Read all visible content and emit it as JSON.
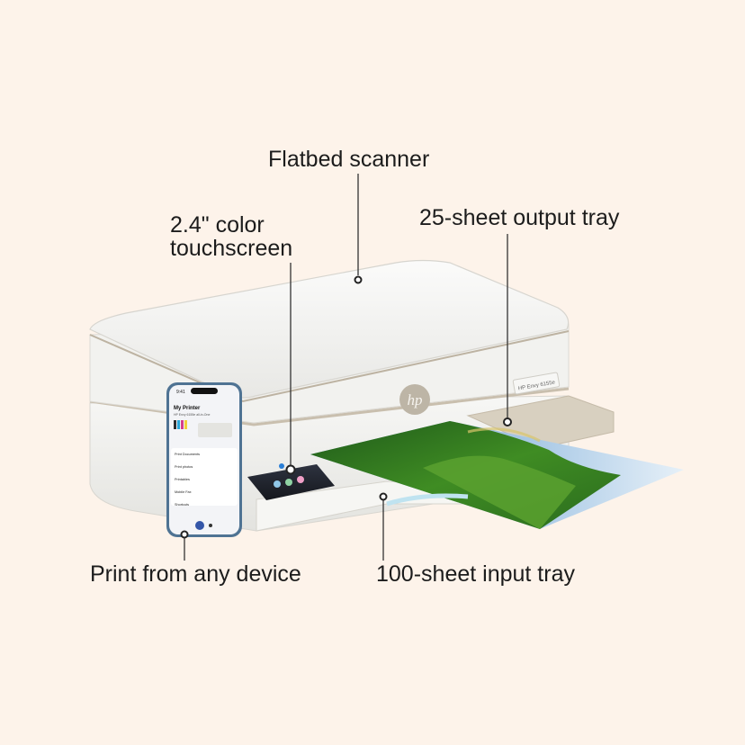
{
  "callouts": {
    "flatbed_scanner": "Flatbed scanner",
    "touchscreen": "2.4\" color\ntouchscreen",
    "output_tray": "25-sheet output tray",
    "print_any_device": "Print from any device",
    "input_tray": "100-sheet input tray"
  },
  "printer": {
    "brand_logo": "hp",
    "model_label": "HP Envy 6155e"
  },
  "phone": {
    "time": "9:41",
    "app_title": "My Printer",
    "app_subtitle": "HP Envy 6155e all-in-One",
    "menu_items": [
      "Print Documents",
      "Print photos",
      "Printables",
      "Mobile Fax",
      "Shortcuts"
    ]
  },
  "colors": {
    "background": "#fdf3ea",
    "printer_body": "#f4f4f2",
    "accent_taupe": "#cfc6b6",
    "leader_line": "#333333"
  }
}
